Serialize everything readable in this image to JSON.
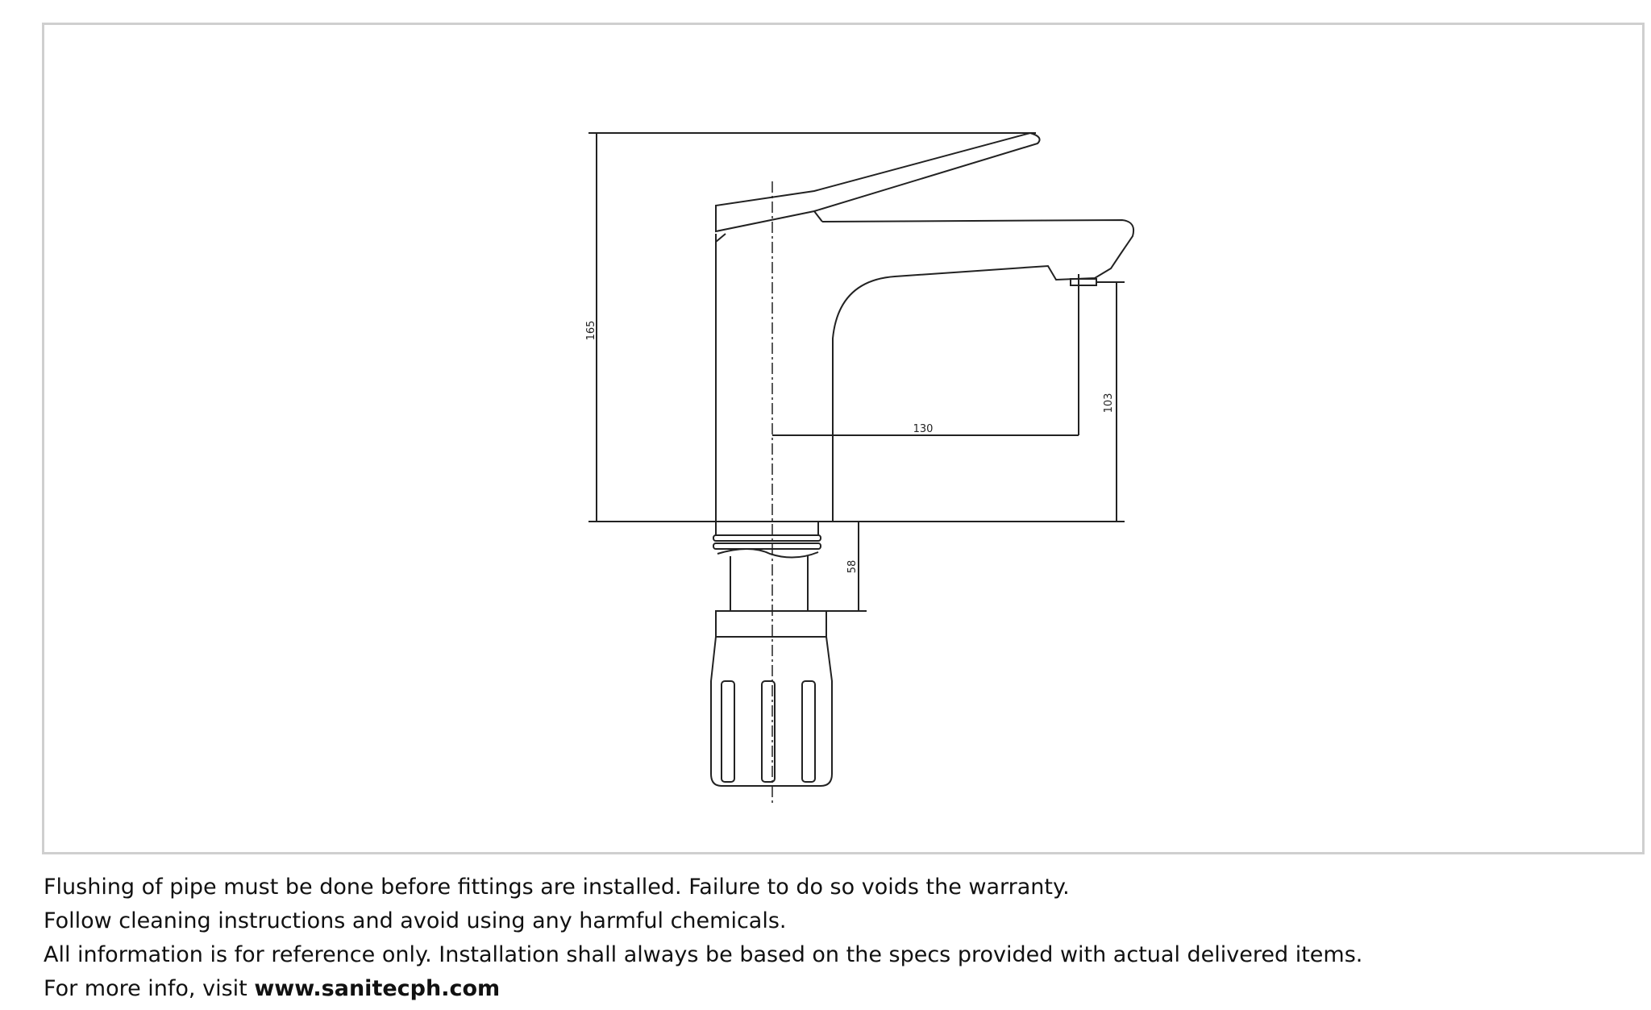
{
  "drawing": {
    "dimensions": {
      "total_height": "165",
      "spout_reach": "130",
      "spout_height": "103",
      "shank_length": "58"
    }
  },
  "notes": {
    "line1": "Flushing of pipe must be done before fittings are installed. Failure to do so voids the warranty.",
    "line2": "Follow cleaning instructions and avoid using any harmful chemicals.",
    "line3": "All information is for reference only. Installation shall always be based on the specs provided with actual delivered items.",
    "line4_prefix": "For more info, visit ",
    "line4_link": "www.sanitecph.com"
  }
}
